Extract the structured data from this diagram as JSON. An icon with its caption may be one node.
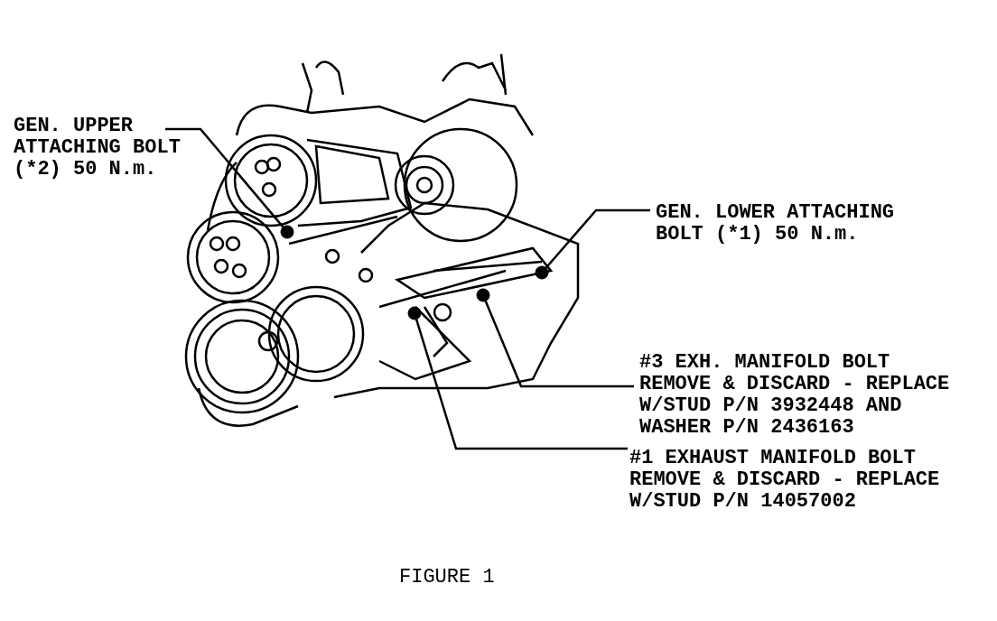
{
  "diagram": {
    "caption": "FIGURE 1",
    "nodes": [
      {
        "text": [
          "GEN. UPPER ATTACHING BOLT (*2) 50 N.m."
        ]
      },
      {
        "text": [],
        "shape": "circle"
      },
      {
        "text": [
          "GEN. LOWER ATTACHING BOLT (*1) 50 N.m."
        ]
      },
      {
        "text": [],
        "shape": "circle"
      },
      {
        "text": [
          "#3 EXH. MANIFOLD BOLT REMOVE & DISCARD - REPLACE W/STUD P/N 3932448 AND WASHER P/N 2436163"
        ]
      },
      {
        "text": [],
        "shape": "circle"
      },
      {
        "text": [
          "#1 EXHAUST MANIFOLD BOLT REMOVE & DISCARD - REPLACE W/STUD P/N 14057002"
        ]
      },
      {
        "text": [],
        "shape": "circle"
      }
    ],
    "edges": [
      {
        "from": 0,
        "to": 1,
        "arrow": "none"
      },
      {
        "from": 2,
        "to": 3,
        "arrow": "none"
      },
      {
        "from": 4,
        "to": 5,
        "arrow": "none"
      },
      {
        "from": 6,
        "to": 7,
        "arrow": "none"
      }
    ]
  }
}
